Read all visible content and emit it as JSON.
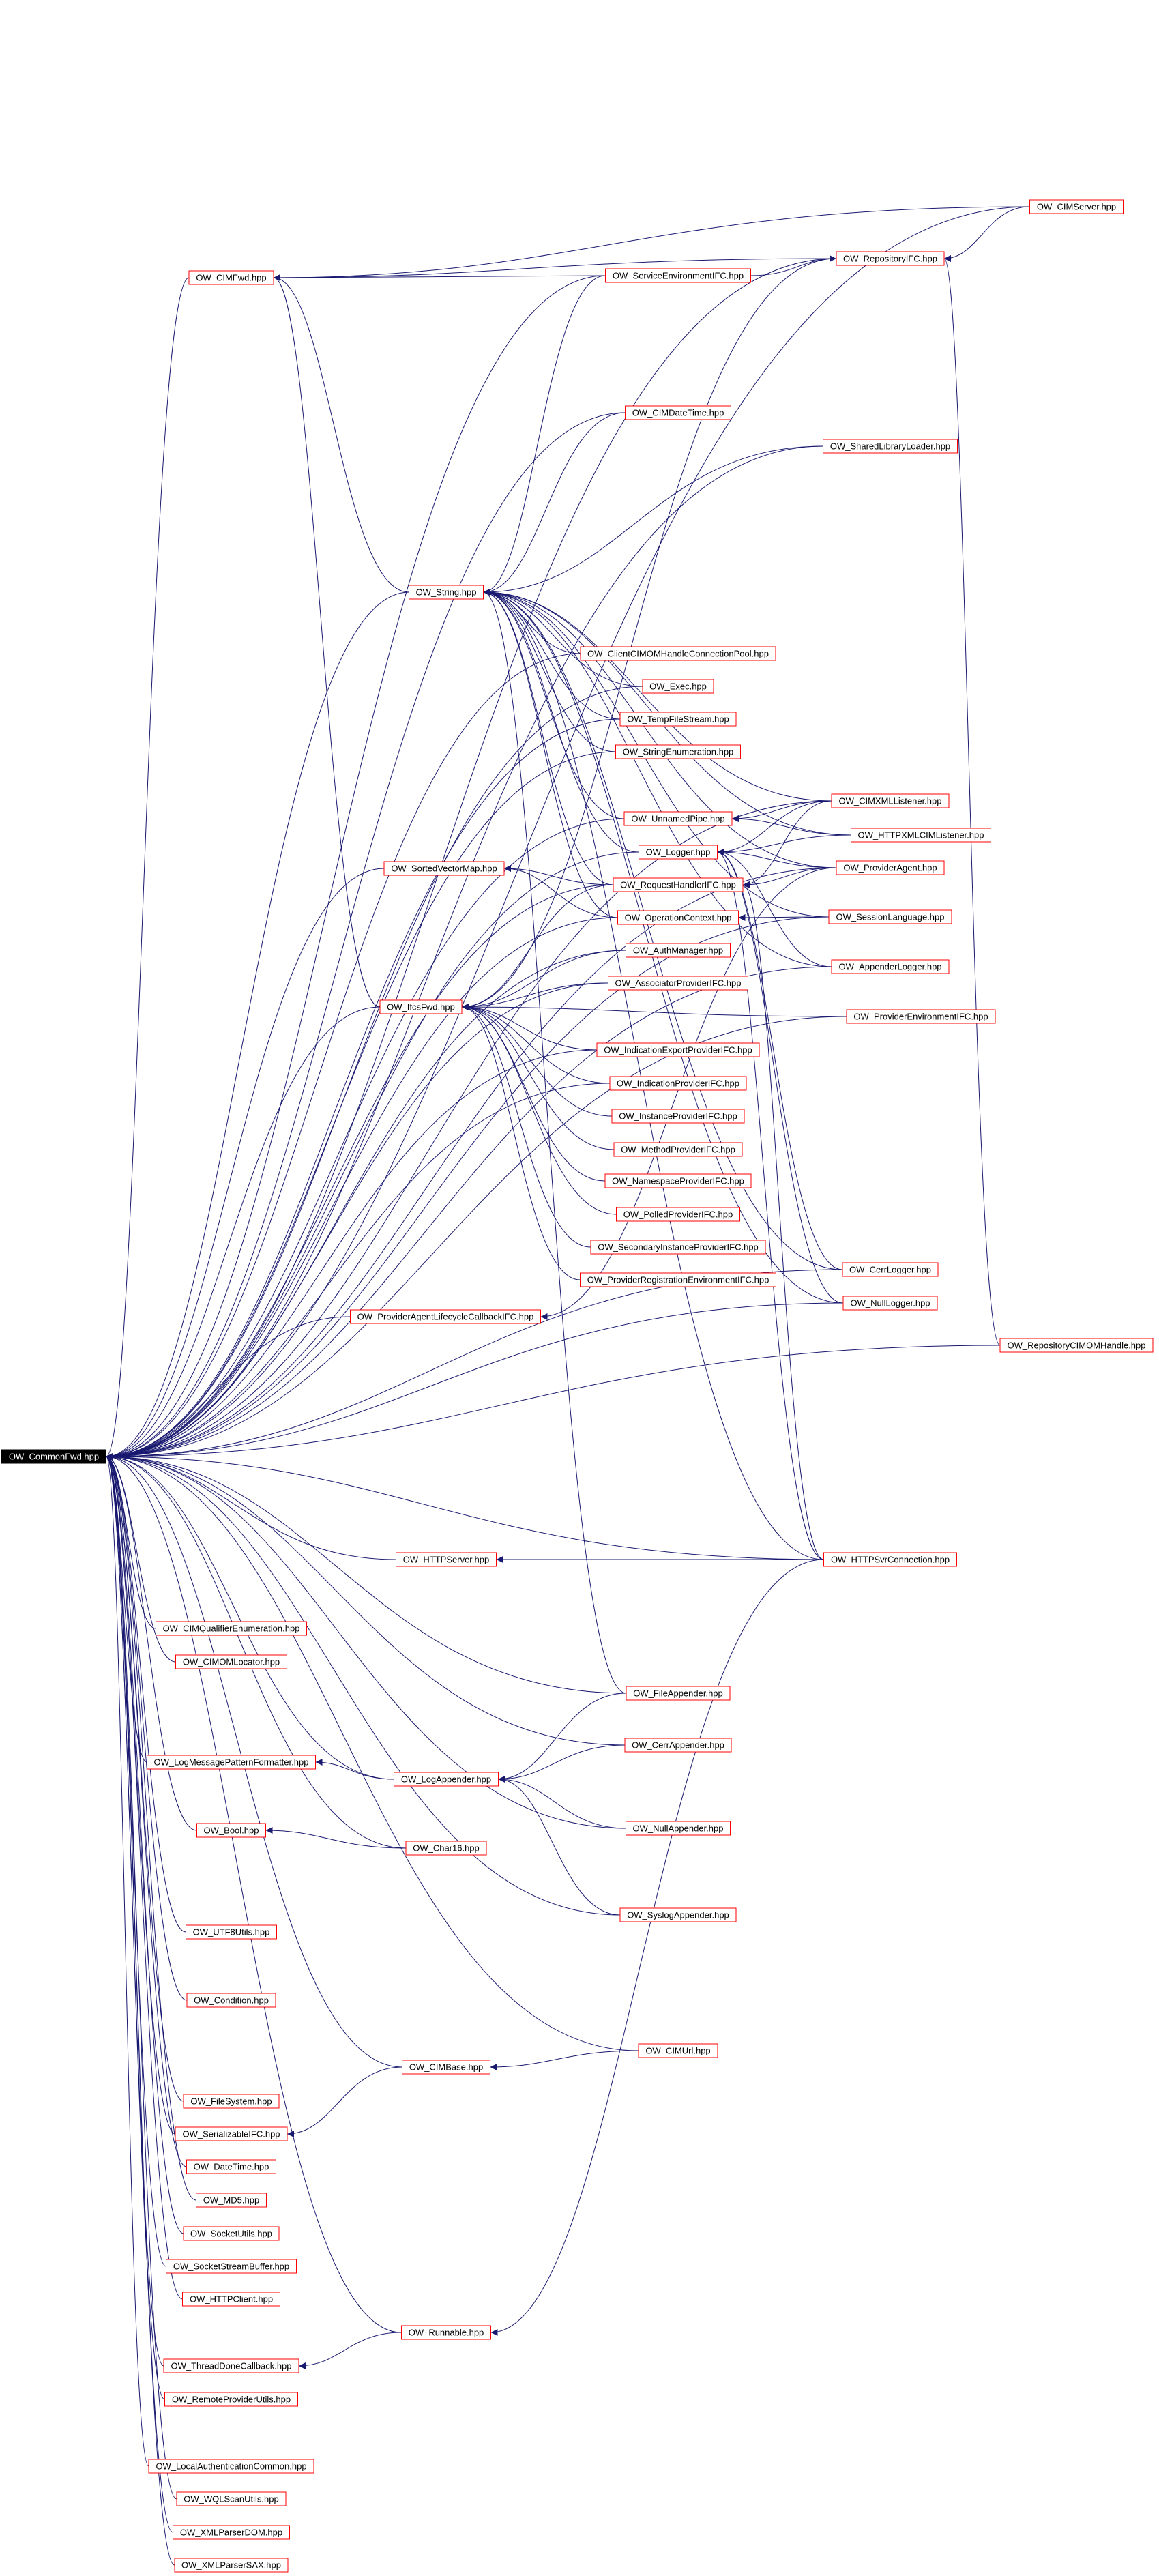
{
  "diagram": {
    "colors": {
      "node_border": "#ff0000",
      "node_root_bg": "#000000",
      "node_root_text": "#ffffff",
      "edge": "#191970",
      "text": "#000000"
    },
    "root": "OW_CommonFwd.hpp",
    "nodes": [
      {
        "id": "common",
        "label": "OW_CommonFwd.hpp"
      },
      {
        "id": "cimfwd",
        "label": "OW_CIMFwd.hpp"
      },
      {
        "id": "string",
        "label": "OW_String.hpp"
      },
      {
        "id": "ifcsfwd",
        "label": "OW_IfcsFwd.hpp"
      },
      {
        "id": "sortvec",
        "label": "OW_SortedVectorMap.hpp"
      },
      {
        "id": "palcb",
        "label": "OW_ProviderAgentLifecycleCallbackIFC.hpp"
      },
      {
        "id": "httpserver",
        "label": "OW_HTTPServer.hpp"
      },
      {
        "id": "cimqualenum",
        "label": "OW_CIMQualifierEnumeration.hpp"
      },
      {
        "id": "cimomloc",
        "label": "OW_CIMOMLocator.hpp"
      },
      {
        "id": "logmsgpat",
        "label": "OW_LogMessagePatternFormatter.hpp"
      },
      {
        "id": "logapp",
        "label": "OW_LogAppender.hpp"
      },
      {
        "id": "bool",
        "label": "OW_Bool.hpp"
      },
      {
        "id": "char16",
        "label": "OW_Char16.hpp"
      },
      {
        "id": "utf8",
        "label": "OW_UTF8Utils.hpp"
      },
      {
        "id": "condition",
        "label": "OW_Condition.hpp"
      },
      {
        "id": "cimbase",
        "label": "OW_CIMBase.hpp"
      },
      {
        "id": "filesystem",
        "label": "OW_FileSystem.hpp"
      },
      {
        "id": "serializable",
        "label": "OW_SerializableIFC.hpp"
      },
      {
        "id": "datetime",
        "label": "OW_DateTime.hpp"
      },
      {
        "id": "md5",
        "label": "OW_MD5.hpp"
      },
      {
        "id": "socketutils",
        "label": "OW_SocketUtils.hpp"
      },
      {
        "id": "sockstreambuf",
        "label": "OW_SocketStreamBuffer.hpp"
      },
      {
        "id": "httpclient",
        "label": "OW_HTTPClient.hpp"
      },
      {
        "id": "runnable",
        "label": "OW_Runnable.hpp"
      },
      {
        "id": "threaddone",
        "label": "OW_ThreadDoneCallback.hpp"
      },
      {
        "id": "remoteprov",
        "label": "OW_RemoteProviderUtils.hpp"
      },
      {
        "id": "localauth",
        "label": "OW_LocalAuthenticationCommon.hpp"
      },
      {
        "id": "wqlscan",
        "label": "OW_WQLScanUtils.hpp"
      },
      {
        "id": "xmldom",
        "label": "OW_XMLParserDOM.hpp"
      },
      {
        "id": "xmlsax",
        "label": "OW_XMLParserSAX.hpp"
      },
      {
        "id": "servenv",
        "label": "OW_ServiceEnvironmentIFC.hpp"
      },
      {
        "id": "cimdatetime",
        "label": "OW_CIMDateTime.hpp"
      },
      {
        "id": "clientpool",
        "label": "OW_ClientCIMOMHandleConnectionPool.hpp"
      },
      {
        "id": "exec",
        "label": "OW_Exec.hpp"
      },
      {
        "id": "tempfile",
        "label": "OW_TempFileStream.hpp"
      },
      {
        "id": "strenum",
        "label": "OW_StringEnumeration.hpp"
      },
      {
        "id": "unnamedpipe",
        "label": "OW_UnnamedPipe.hpp"
      },
      {
        "id": "logger",
        "label": "OW_Logger.hpp"
      },
      {
        "id": "reqhandler",
        "label": "OW_RequestHandlerIFC.hpp"
      },
      {
        "id": "opctx",
        "label": "OW_OperationContext.hpp"
      },
      {
        "id": "authmgr",
        "label": "OW_AuthManager.hpp"
      },
      {
        "id": "assocprov",
        "label": "OW_AssociatorProviderIFC.hpp"
      },
      {
        "id": "indexport",
        "label": "OW_IndicationExportProviderIFC.hpp"
      },
      {
        "id": "indprov",
        "label": "OW_IndicationProviderIFC.hpp"
      },
      {
        "id": "instprov",
        "label": "OW_InstanceProviderIFC.hpp"
      },
      {
        "id": "methprov",
        "label": "OW_MethodProviderIFC.hpp"
      },
      {
        "id": "nsprov",
        "label": "OW_NamespaceProviderIFC.hpp"
      },
      {
        "id": "polledprov",
        "label": "OW_PolledProviderIFC.hpp"
      },
      {
        "id": "secinstprov",
        "label": "OW_SecondaryInstanceProviderIFC.hpp"
      },
      {
        "id": "provregenv",
        "label": "OW_ProviderRegistrationEnvironmentIFC.hpp"
      },
      {
        "id": "fileapp",
        "label": "OW_FileAppender.hpp"
      },
      {
        "id": "cerrapp",
        "label": "OW_CerrAppender.hpp"
      },
      {
        "id": "nullapp",
        "label": "OW_NullAppender.hpp"
      },
      {
        "id": "syslogapp",
        "label": "OW_SyslogAppender.hpp"
      },
      {
        "id": "cimurl",
        "label": "OW_CIMUrl.hpp"
      },
      {
        "id": "cimserver",
        "label": "OW_CIMServer.hpp"
      },
      {
        "id": "repoifc",
        "label": "OW_RepositoryIFC.hpp"
      },
      {
        "id": "sharedlib",
        "label": "OW_SharedLibraryLoader.hpp"
      },
      {
        "id": "cimxmllist",
        "label": "OW_CIMXMLListener.hpp"
      },
      {
        "id": "httpxmllist",
        "label": "OW_HTTPXMLCIMListener.hpp"
      },
      {
        "id": "provagent",
        "label": "OW_ProviderAgent.hpp"
      },
      {
        "id": "sesslang",
        "label": "OW_SessionLanguage.hpp"
      },
      {
        "id": "applogger",
        "label": "OW_AppenderLogger.hpp"
      },
      {
        "id": "provenv",
        "label": "OW_ProviderEnvironmentIFC.hpp"
      },
      {
        "id": "cerrlogger",
        "label": "OW_CerrLogger.hpp"
      },
      {
        "id": "nulllogger",
        "label": "OW_NullLogger.hpp"
      },
      {
        "id": "httpsvrconn",
        "label": "OW_HTTPSvrConnection.hpp"
      },
      {
        "id": "repocimom",
        "label": "OW_RepositoryCIMOMHandle.hpp"
      }
    ]
  }
}
